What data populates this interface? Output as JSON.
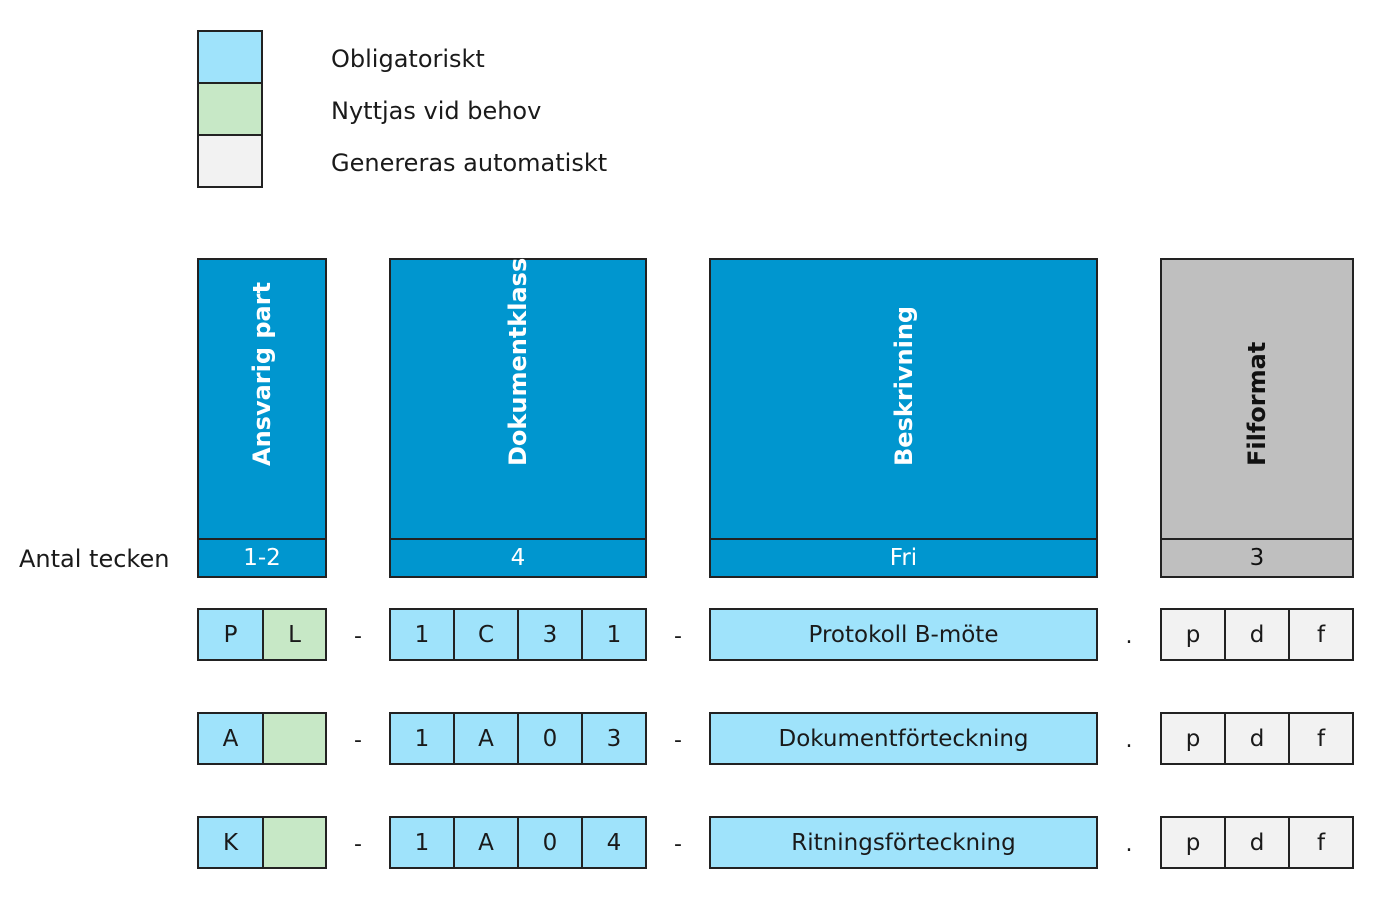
{
  "legend": [
    {
      "label": "Obligatoriskt",
      "color": "#9fe3fb"
    },
    {
      "label": "Nyttjas vid behov",
      "color": "#c7e8c6"
    },
    {
      "label": "Genereras automatiskt",
      "color": "#f2f2f2"
    }
  ],
  "row_label": "Antal tecken",
  "headers": [
    {
      "title": "Ansvarig part",
      "count": "1-2",
      "color": "#0096cf"
    },
    {
      "title": "Dokumentklass",
      "count": "4",
      "color": "#0096cf"
    },
    {
      "title": "Beskrivning",
      "count": "Fri",
      "color": "#0096cf"
    },
    {
      "title": "Filformat",
      "count": "3",
      "color": "#bfbfbf"
    }
  ],
  "separators": [
    "-",
    "-",
    "."
  ],
  "examples": [
    {
      "party": [
        "P",
        "L"
      ],
      "doc_class": [
        "1",
        "C",
        "3",
        "1"
      ],
      "description": "Protokoll B-möte",
      "format": [
        "p",
        "d",
        "f"
      ]
    },
    {
      "party": [
        "A",
        ""
      ],
      "doc_class": [
        "1",
        "A",
        "0",
        "3"
      ],
      "description": "Dokumentförteckning",
      "format": [
        "p",
        "d",
        "f"
      ]
    },
    {
      "party": [
        "K",
        ""
      ],
      "doc_class": [
        "1",
        "A",
        "0",
        "4"
      ],
      "description": "Ritningsförteckning",
      "format": [
        "p",
        "d",
        "f"
      ]
    }
  ]
}
